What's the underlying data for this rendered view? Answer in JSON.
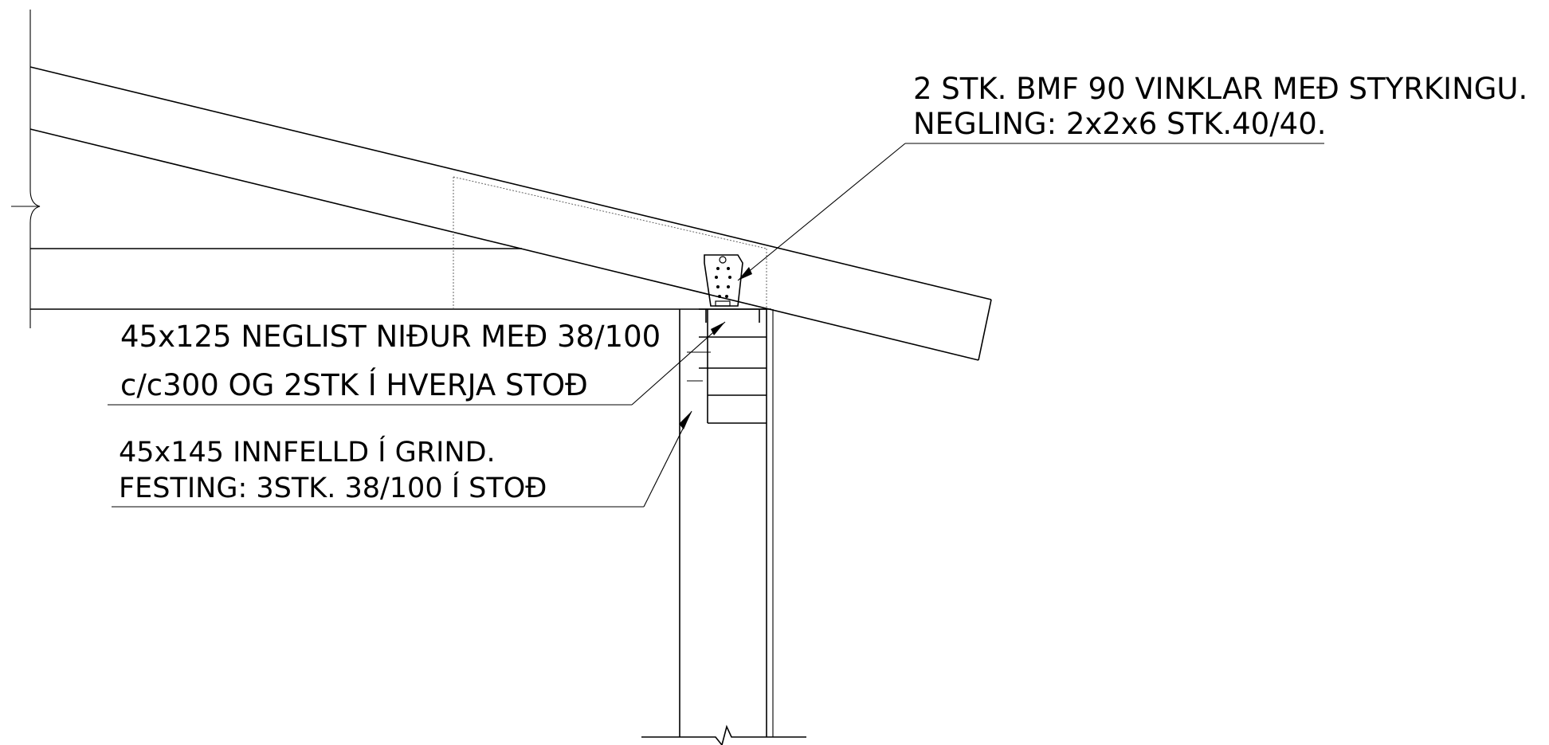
{
  "annotations": {
    "bracket": {
      "line1": "2 STK. BMF 90  VINKLAR MEÐ STYRKINGU.",
      "line2": "NEGLING: 2x2x6 STK.40/40."
    },
    "nailing_strip": {
      "line1": "45x125 NEGLIST NIÐUR MEÐ 38/100",
      "line2": "c/c300 OG 2STK Í HVERJA STOÐ"
    },
    "inset_beam": {
      "line1": "45x145 INNFELLD Í GRIND.",
      "line2": "FESTING: 3STK. 38/100 Í STOÐ"
    }
  }
}
